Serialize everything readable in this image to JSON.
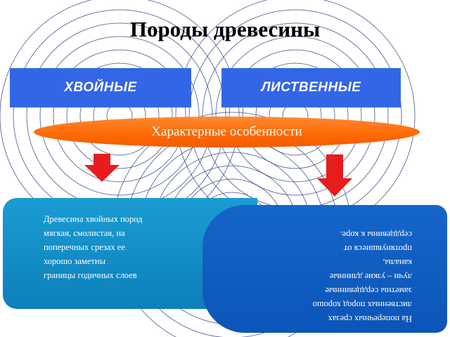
{
  "title": "Породы древесины",
  "boxes": {
    "left_label": "ХВОЙНЫЕ",
    "right_label": "ЛИСТВЕННЫЕ"
  },
  "banner": "Характерные особенности",
  "cards": {
    "left_lines": [
      "Древесина хвойных пород",
      "мягкая, смолистая, на",
      "поперечных срезах ее",
      "хорошо заметны",
      "границы годичных слоев"
    ],
    "right_lines": [
      "На поперечных срезах",
      "лиственных пород хорошо",
      "заметны сердцевинные",
      "лучи – узкие длинные",
      "каналы,",
      "протянувшиеся от",
      "сердцевины к коре."
    ]
  },
  "colors": {
    "box_blue": "#3366e6",
    "banner_orange": "#ff6a06",
    "arrow_red": "#e81c1c",
    "card_left": "#1b9cd3",
    "card_right": "#1565c8",
    "ring_stroke": "#3a4a8a"
  },
  "icons": {
    "arrow": "down-arrow-icon",
    "background": "wood-ring-pattern"
  }
}
